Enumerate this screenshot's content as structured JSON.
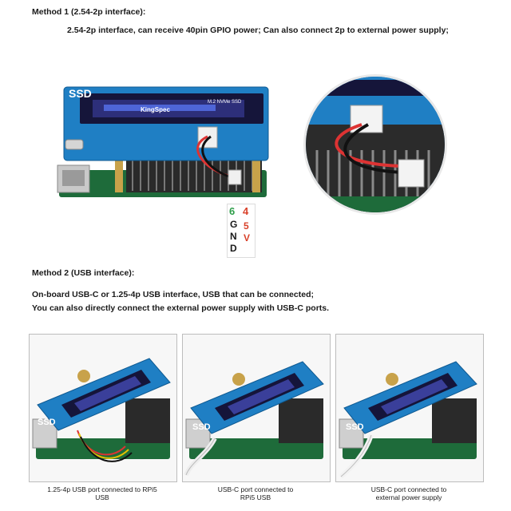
{
  "method1": {
    "heading": "Method 1 (2.54-2p interface):",
    "description": "2.54-2p interface, can receive 40pin GPIO power; Can also connect 2p to external power supply;"
  },
  "pin_labels": {
    "gnd_number": "6",
    "gnd_text": "GND",
    "v5_number": "4",
    "v5_text": "5V"
  },
  "ssd_label": "M.2 NVMe SSD",
  "ssd_brand": "KingSpec",
  "board_text": "SSD",
  "method2": {
    "heading": "Method 2 (USB interface):",
    "line1": "On-board USB-C or 1.25-4p USB interface, USB that can be connected;",
    "line2": "You can also directly connect the external power supply with USB-C ports."
  },
  "photos": [
    {
      "caption_line1": "1.25-4p USB port connected to RPi5",
      "caption_line2": "USB"
    },
    {
      "caption_line1": "USB-C port connected to",
      "caption_line2": "RPi5 USB"
    },
    {
      "caption_line1": "USB-C port connected to",
      "caption_line2": "external power supply"
    }
  ],
  "colors": {
    "pcb_blue": "#1f7fc4",
    "ssd_dark": "#15153a",
    "gnd_green": "#2e9e4a",
    "v5_red": "#d9422b"
  }
}
